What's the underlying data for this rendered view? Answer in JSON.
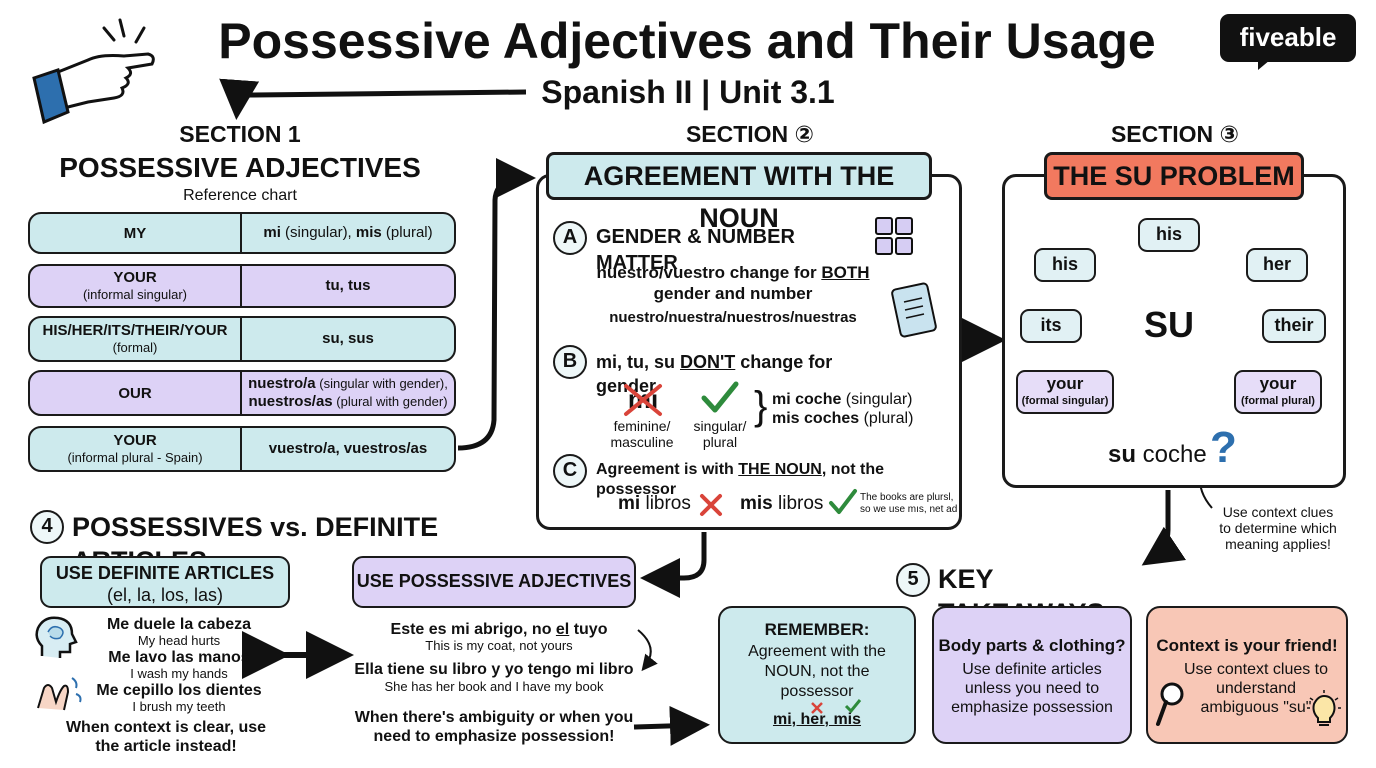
{
  "header": {
    "title": "Possessive Adjectives and Their Usage",
    "subtitle": "Spanish II | Unit 3.1",
    "logo": "fiveable",
    "hand_icon": "pointing-hand-icon"
  },
  "section1": {
    "label": "SECTION 1",
    "title": "POSSESSIVE ADJECTIVES",
    "caption": "Reference chart",
    "rows": [
      {
        "left": "MY",
        "left_sub": "",
        "right": [
          {
            "t": "mi",
            "b": true
          },
          {
            "t": " (singular), ",
            "b": false
          },
          {
            "t": "mis",
            "b": true
          },
          {
            "t": " (plural)",
            "b": false
          }
        ]
      },
      {
        "left": "YOUR",
        "left_sub": "(informal singular)",
        "right": [
          {
            "t": "tu, tus",
            "b": true
          }
        ]
      },
      {
        "left": "HIS/HER/ITS/THEIR/YOUR",
        "left_sub": "(formal)",
        "right": [
          {
            "t": "su, sus",
            "b": true
          }
        ]
      },
      {
        "left": "OUR",
        "left_sub": "",
        "right": [
          {
            "t": "nuestro/a",
            "b": true
          },
          {
            "t": " (singular with gender),",
            "b": false
          },
          {
            "t": "nuestros/as",
            "b": true
          },
          {
            "t": " (plural with gender)",
            "b": false
          }
        ]
      },
      {
        "left": "YOUR",
        "left_sub": "(informal plural - Spain)",
        "right": [
          {
            "t": "vuestro/a, vuestros/as",
            "b": true
          }
        ]
      }
    ]
  },
  "section2": {
    "label": "SECTION ②",
    "title": "AGREEMENT WITH THE NOUN",
    "a": {
      "letter": "A",
      "heading": "GENDER & NUMBER MATTER",
      "line1": "nuestro/vuestro change for ",
      "line1_u": "BOTH",
      "line2": "gender and number",
      "line3": "nuestro/nuestra/nuestros/nuestras"
    },
    "b": {
      "letter": "B",
      "heading_pre": "mi, tu, su ",
      "heading_u": "DON'T",
      "heading_post": " change for gender",
      "crossed_word": "mi",
      "cap1": "feminine/\nmasculine",
      "cap2": "singular/\nplural",
      "ex1_b": "mi coche",
      "ex1": " (singular)",
      "ex2_b": "mis coches",
      "ex2": " (plural)"
    },
    "c": {
      "letter": "C",
      "heading_pre": "Agreement is with ",
      "heading_u": "THE NOUN",
      "heading_post": ", not the possessor",
      "wrong_b": "mi",
      "wrong": " libros",
      "right_b": "mis",
      "right": " libros",
      "note": "The books are plursl,\nso we use mıs, net ad"
    }
  },
  "section3": {
    "label": "SECTION ③",
    "title": "THE SU PROBLEM",
    "center": "SU",
    "meanings": [
      "his",
      "his",
      "her",
      "its",
      "their",
      "your",
      "(formal singular)",
      "your",
      "(formal plural)"
    ],
    "example_b": "su",
    "example": " coche",
    "hint": "Use context clues\nto determine which\nmeaning applies!"
  },
  "section4": {
    "number": "4",
    "title": "POSSESSIVES vs. DEFINITE ARTICLES",
    "articles_box": {
      "title": "USE DEFINITE ARTICLES",
      "sub": "(el, la, los, las)"
    },
    "possessive_box": {
      "title": "USE POSSESSIVE ADJECTIVES"
    },
    "article_examples": [
      {
        "es": "Me duele la cabeza",
        "en": "My head hurts"
      },
      {
        "es": "Me lavo las manos",
        "en": "I wash my hands"
      },
      {
        "es": "Me cepillo los dientes",
        "en": "I brush my teeth"
      }
    ],
    "article_rule": "When context is clear, use\nthe article instead!",
    "possessive_examples": [
      {
        "es_pre": "Este es mi abrigo, no ",
        "es_u": "el",
        "es_post": " tuyo",
        "en": "This is my coat, not yours"
      },
      {
        "es_pre": "Ella tiene su libro y yo tengo mi libro",
        "es_u": "",
        "es_post": "",
        "en": "She has her book and I have my book"
      }
    ],
    "possessive_rule": "When there's ambiguity or when you\nneed to emphasize possession!"
  },
  "section5": {
    "number": "5",
    "title": "KEY TAKEAWAYS",
    "cards": [
      {
        "title": "REMEMBER:",
        "body": "Agreement with the\nNOUN, not the\npossessor",
        "extra": "mi, her, mis"
      },
      {
        "title": "Body parts & clothing?",
        "body": "Use definite articles\nunless you need to\nemphasize possession"
      },
      {
        "title": "Context is your friend!",
        "body": "Use context clues to\nunderstand\nambiguous \"su\""
      }
    ]
  },
  "colors": {
    "teal": "#cdeaed",
    "purple": "#ddd2f6",
    "salmon": "#f8c7b6",
    "cross": "#d9443a",
    "check": "#2e8b3c"
  }
}
